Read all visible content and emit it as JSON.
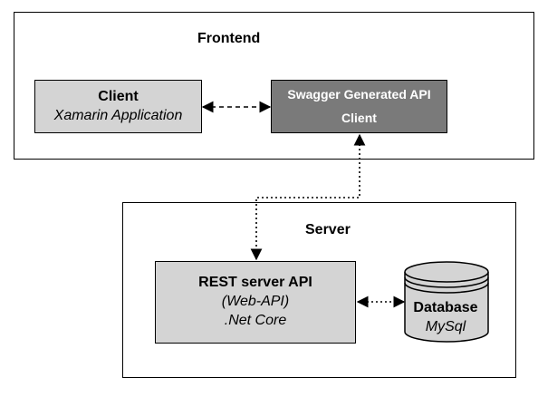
{
  "frontend": {
    "title": "Frontend"
  },
  "server": {
    "title": "Server"
  },
  "client": {
    "title": "Client",
    "subtitle": "Xamarin Application"
  },
  "swagger": {
    "line1": "Swagger Generated API",
    "line2": "Client"
  },
  "rest": {
    "title": "REST server API",
    "line2": "(Web-API)",
    "line3": ".Net Core"
  },
  "database": {
    "title": "Database",
    "subtitle": "MySql"
  },
  "colors": {
    "light_box": "#d4d4d4",
    "dark_box": "#7a7a7a",
    "dark_box_text": "#ffffff"
  }
}
